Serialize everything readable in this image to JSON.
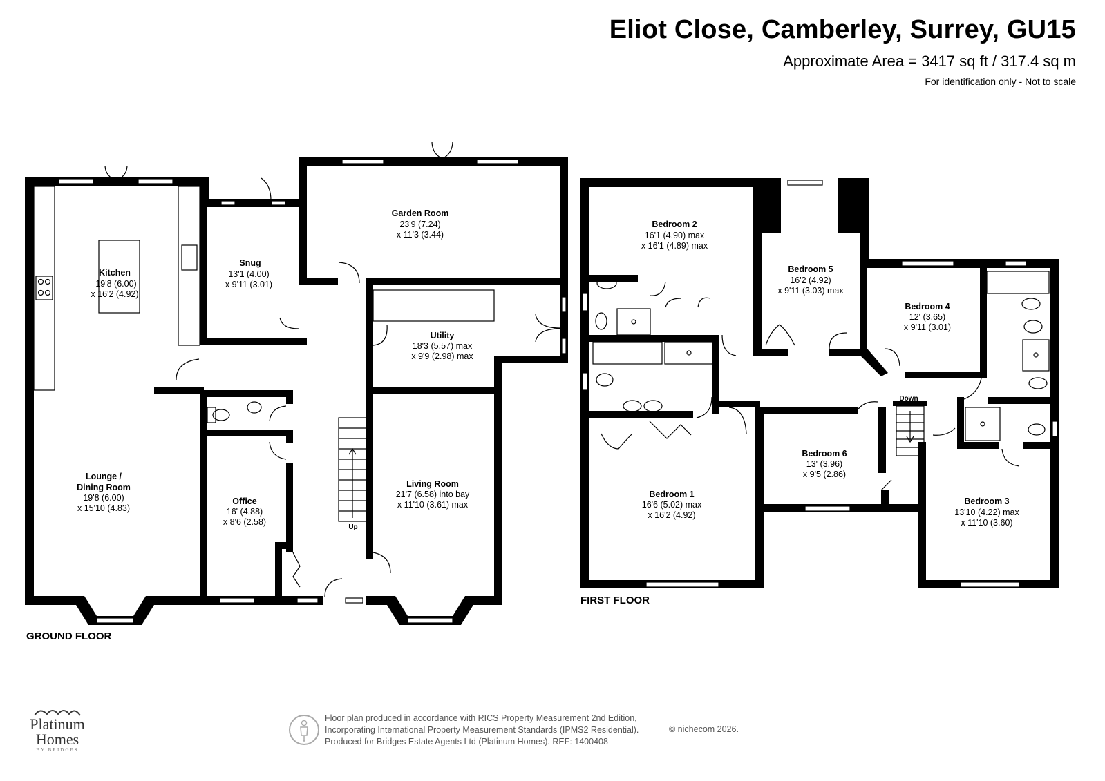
{
  "header": {
    "title": "Eliot Close, Camberley, Surrey, GU15",
    "area": "Approximate Area = 3417 sq ft / 317.4 sq m",
    "note": "For identification only - Not to scale"
  },
  "floors": {
    "ground": "GROUND FLOOR",
    "first": "FIRST FLOOR"
  },
  "rooms": {
    "kitchen": {
      "name": "Kitchen",
      "dim1": "19'8 (6.00)",
      "dim2": "x 16'2 (4.92)"
    },
    "snug": {
      "name": "Snug",
      "dim1": "13'1 (4.00)",
      "dim2": "x 9'11 (3.01)"
    },
    "garden_room": {
      "name": "Garden Room",
      "dim1": "23'9 (7.24)",
      "dim2": "x 11'3 (3.44)"
    },
    "utility": {
      "name": "Utility",
      "dim1": "18'3 (5.57) max",
      "dim2": "x 9'9 (2.98)  max"
    },
    "lounge": {
      "name1": "Lounge /",
      "name2": "Dining Room",
      "dim1": "19'8 (6.00)",
      "dim2": "x 15'10 (4.83)"
    },
    "office": {
      "name": "Office",
      "dim1": "16' (4.88)",
      "dim2": "x 8'6 (2.58)"
    },
    "living_room": {
      "name": "Living Room",
      "dim1": "21'7 (6.58) into bay",
      "dim2": "x 11'10 (3.61) max"
    },
    "bedroom2": {
      "name": "Bedroom 2",
      "dim1": "16'1 (4.90) max",
      "dim2": "x 16'1 (4.89)  max"
    },
    "bedroom5": {
      "name": "Bedroom 5",
      "dim1": "16'2 (4.92)",
      "dim2": "x 9'11 (3.03) max"
    },
    "bedroom4": {
      "name": "Bedroom 4",
      "dim1": "12' (3.65)",
      "dim2": "x 9'11 (3.01)"
    },
    "bedroom6": {
      "name": "Bedroom 6",
      "dim1": "13' (3.96)",
      "dim2": "x 9'5 (2.86)"
    },
    "bedroom1": {
      "name": "Bedroom 1",
      "dim1": "16'6 (5.02) max",
      "dim2": "x 16'2 (4.92)"
    },
    "bedroom3": {
      "name": "Bedroom 3",
      "dim1": "13'10 (4.22) max",
      "dim2": "x 11'10 (3.60)"
    }
  },
  "stairs": {
    "up": "Up",
    "down": "Down"
  },
  "footer": {
    "line1": "Floor plan produced in accordance with RICS Property Measurement 2nd Edition,",
    "line2": "Incorporating International Property Measurement Standards (IPMS2 Residential).",
    "line3": "Produced for Bridges Estate Agents Ltd (Platinum Homes).   REF: 1400408",
    "copyright": "© nichecom 2026."
  },
  "logo": {
    "line1": "Platinum",
    "line2": "Homes",
    "line3": "BY BRIDGES"
  }
}
